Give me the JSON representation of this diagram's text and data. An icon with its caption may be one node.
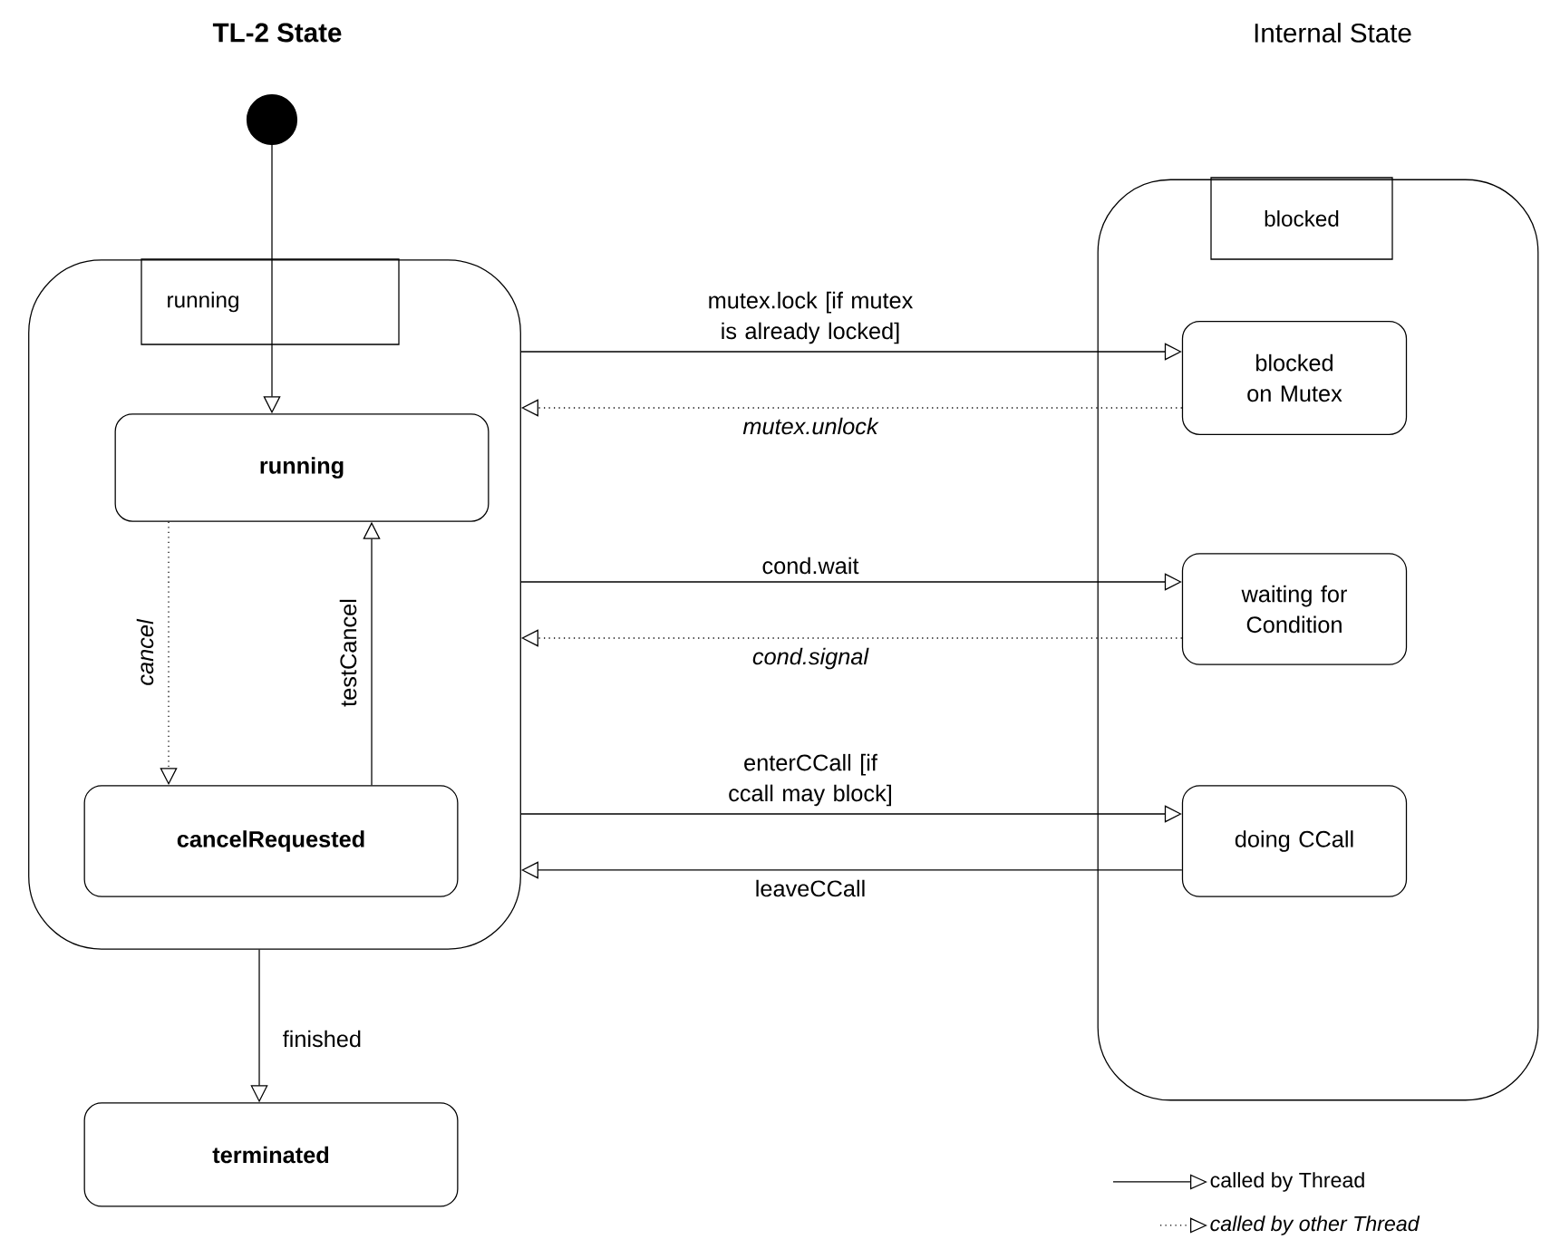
{
  "diagram": {
    "nodes": [
      {
        "text": [],
        "shape": "circle"
      },
      {
        "text": [
          "running"
        ]
      },
      {
        "text": [
          "running"
        ],
        "in": 1
      },
      {
        "text": [
          "cancelRequested"
        ],
        "in": 1
      },
      {
        "text": [
          "blocked"
        ]
      },
      {
        "text": [
          "blocked on Mutex"
        ],
        "in": 4
      },
      {
        "text": [
          "waiting for Condition"
        ],
        "in": 4
      },
      {
        "text": [
          "doing CCall"
        ],
        "in": 4
      },
      {
        "text": [
          "terminated"
        ]
      }
    ],
    "edges": [
      {
        "from": 0,
        "to": 2,
        "arrow": "to"
      },
      {
        "from": 2,
        "to": 3,
        "arrow": "to",
        "label": "cancel",
        "style": "dashed"
      },
      {
        "from": 3,
        "to": 2,
        "arrow": "to",
        "label": "testCancel"
      },
      {
        "from": 1,
        "to": 5,
        "arrow": "to",
        "label": "mutex.lock [if mutex is already locked]"
      },
      {
        "from": 5,
        "to": 1,
        "arrow": "to",
        "label": "mutex.unlock",
        "style": "dashed"
      },
      {
        "from": 1,
        "to": 6,
        "arrow": "to",
        "label": "cond.wait"
      },
      {
        "from": 6,
        "to": 1,
        "arrow": "to",
        "label": "cond.signal",
        "style": "dashed"
      },
      {
        "from": 1,
        "to": 7,
        "arrow": "to",
        "label": "enterCCall [if ccall may block]"
      },
      {
        "from": 7,
        "to": 1,
        "arrow": "to",
        "label": "leaveCCall"
      },
      {
        "from": 1,
        "to": 8,
        "arrow": "to",
        "label": "finished"
      }
    ],
    "labels": [
      "TL-2 State",
      "Internal State"
    ],
    "legend": [
      {
        "text": "called by Thread"
      },
      {
        "text": "called by other Thread"
      }
    ]
  }
}
